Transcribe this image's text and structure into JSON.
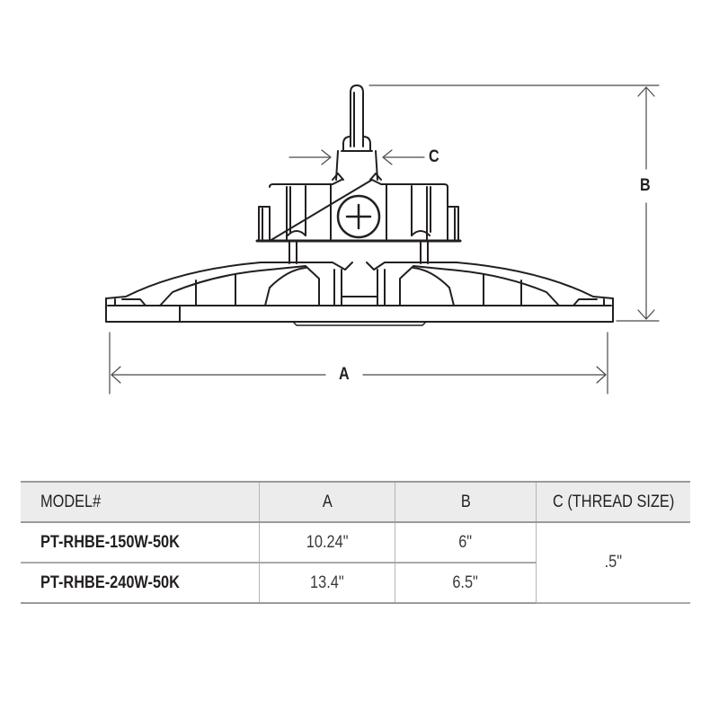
{
  "diagram": {
    "subject": "UFO high bay LED fixture side elevation with hook mount",
    "dimension_labels": {
      "a": "A",
      "b": "B",
      "c": "C"
    },
    "line_color": "#231f20"
  },
  "table": {
    "headers": [
      "MODEL#",
      "A",
      "B",
      "C (THREAD SIZE)"
    ],
    "header_bg": "#ececec",
    "rows": [
      {
        "model": "PT-RHBE-150W-50K",
        "a": "10.24\"",
        "b": "6\""
      },
      {
        "model": "PT-RHBE-240W-50K",
        "a": "13.4\"",
        "b": "6.5\""
      }
    ],
    "c_value_merged": ".5\""
  }
}
